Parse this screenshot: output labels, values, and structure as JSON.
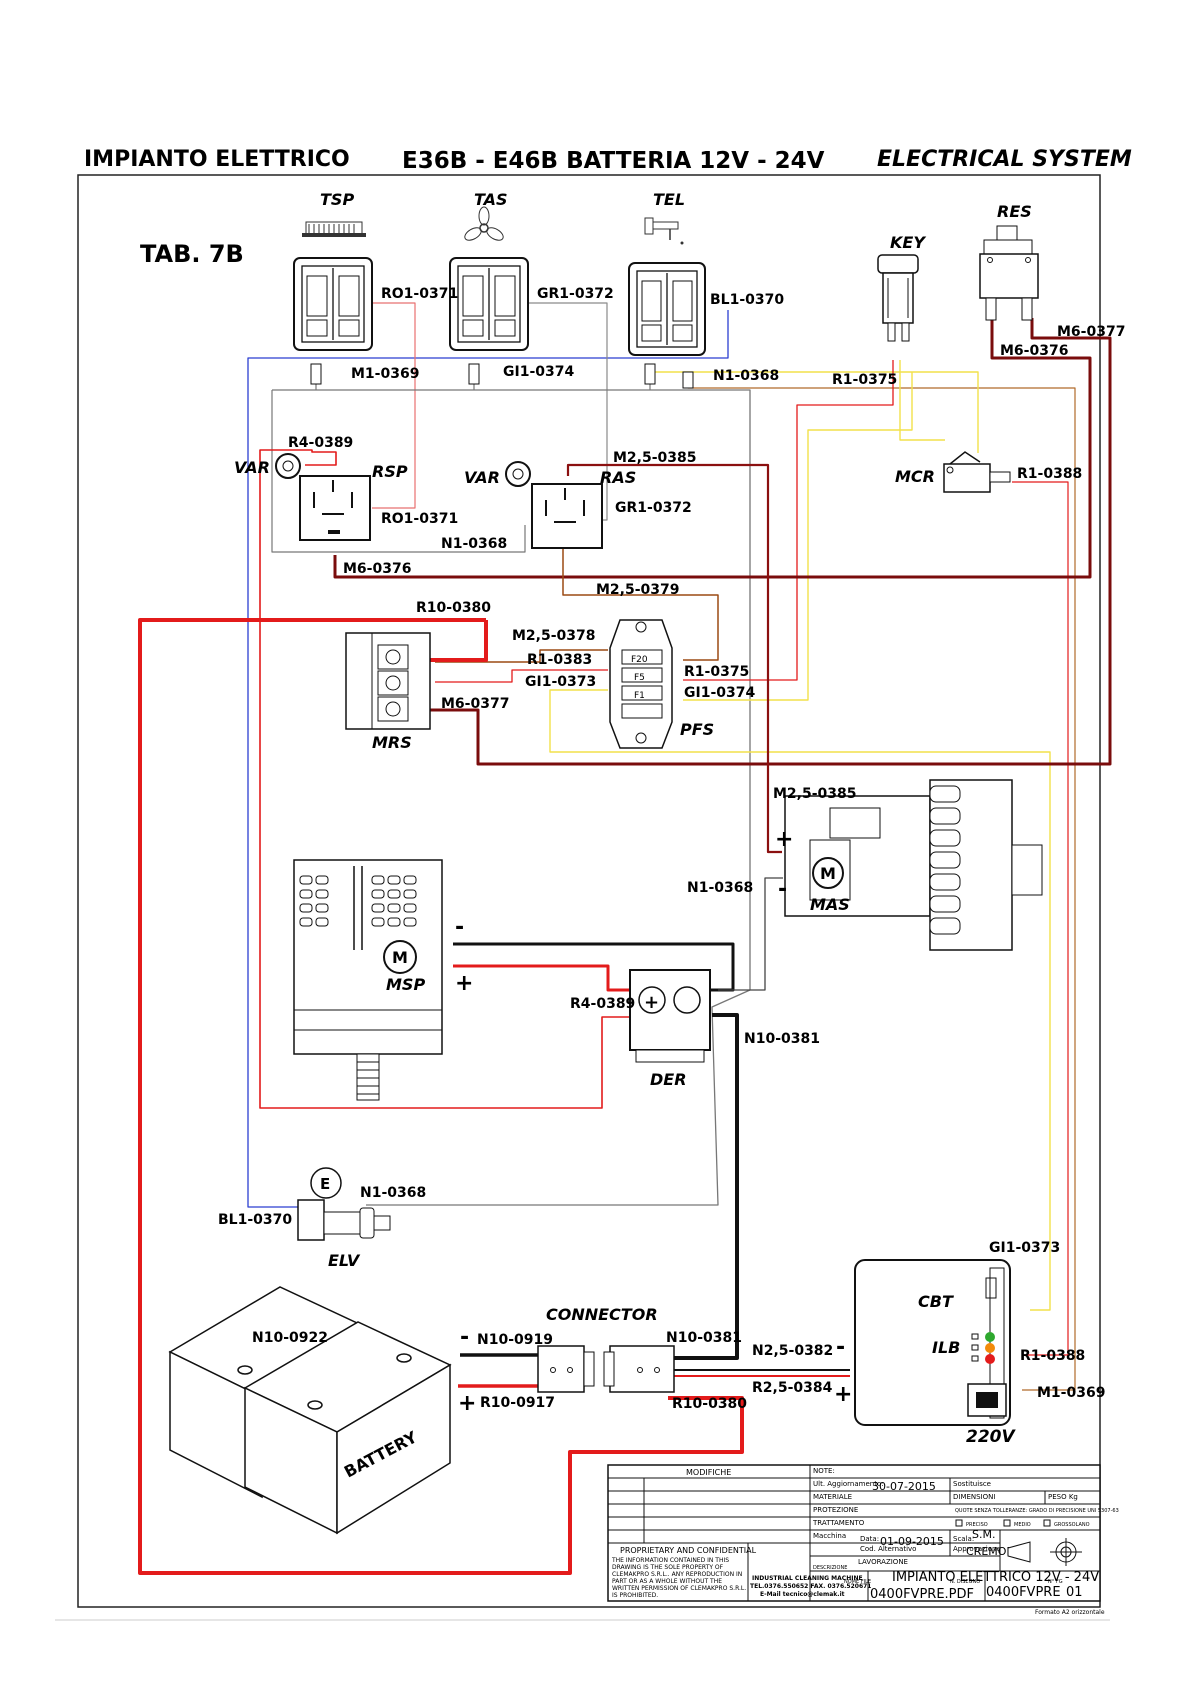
{
  "header": {
    "left": "IMPIANTO ELETTRICO",
    "center": "E36B - E46B BATTERIA 12V - 24V",
    "right": "ELECTRICAL SYSTEM"
  },
  "table_id": "TAB. 7B",
  "components": {
    "TSP": "TSP",
    "TAS": "TAS",
    "TEL": "TEL",
    "KEY": "KEY",
    "RES": "RES",
    "RSP": "RSP",
    "RAS": "RAS",
    "VAR1": "VAR",
    "VAR2": "VAR",
    "MCR": "MCR",
    "MRS": "MRS",
    "PFS": "PFS",
    "MAS": "MAS",
    "MSP": "MSP",
    "DER": "DER",
    "ELV": "ELV",
    "CBT": "CBT",
    "ILB": "ILB",
    "CONNECTOR": "CONNECTOR",
    "BATTERY": "BATTERY",
    "V220": "220V"
  },
  "symbols": {
    "M1": "M",
    "M2": "M",
    "E": "E",
    "plus": "+",
    "minus": "-"
  },
  "wires": {
    "RO1_0371_a": "RO1-0371",
    "GR1_0372_a": "GR1-0372",
    "BL1_0370_a": "BL1-0370",
    "M6_0377_a": "M6-0377",
    "M6_0376_a": "M6-0376",
    "M1_0369_a": "M1-0369",
    "GI1_0374_a": "GI1-0374",
    "N1_0368_a": "N1-0368",
    "R1_0375_a": "R1-0375",
    "R4_0389_a": "R4-0389",
    "M2_5_0385_a": "M2,5-0385",
    "R1_0388_a": "R1-0388",
    "RO1_0371_b": "RO1-0371",
    "GR1_0372_b": "GR1-0372",
    "N1_0368_b": "N1-0368",
    "M6_0376_b": "M6-0376",
    "M2_5_0379": "M2,5-0379",
    "R10_0380_a": "R10-0380",
    "M2_5_0378": "M2,5-0378",
    "R1_0383": "R1-0383",
    "GI1_0373_a": "GI1-0373",
    "R1_0375_b": "R1-0375",
    "GI1_0374_b": "GI1-0374",
    "M6_0377_b": "M6-0377",
    "M2_5_0385_b": "M2,5-0385",
    "N1_0368_c": "N1-0368",
    "R4_0389_b": "R4-0389",
    "N10_0381_a": "N10-0381",
    "N1_0368_d": "N1-0368",
    "BL1_0370_b": "BL1-0370",
    "GI1_0373_b": "GI1-0373",
    "N10_0922": "N10-0922",
    "N10_0919": "N10-0919",
    "N10_0381_b": "N10-0381",
    "N2_5_0382": "N2,5-0382",
    "R2_5_0384": "R2,5-0384",
    "R1_0388_b": "R1-0388",
    "M1_0369_b": "M1-0369",
    "R10_0917": "R10-0917",
    "R10_0380_b": "R10-0380"
  },
  "title_block": {
    "modifiche": "MODIFICHE",
    "note": "NOTE:",
    "ult_aggiornamento_label": "Ult. Aggiornamento:",
    "ult_aggiornamento": "30-07-2015",
    "sostituisce": "Sostituisce",
    "materiale": "MATERIALE",
    "dimensioni": "DIMENSIONI",
    "peso": "PESO Kg",
    "protezione": "PROTEZIONE",
    "quote": "QUOTE SENZA TOLLERANZE: GRADO DI PRECISIONE UNI 5307-63",
    "trattamento": "TRATTAMENTO",
    "preciso": "PRECISO",
    "medio": "MEDIO",
    "grossolano": "GROSSOLANO",
    "macchina": "Macchina",
    "sm": "S.M.",
    "data_label": "Data:",
    "data": "01-09-2015",
    "scala": "Scala:",
    "cod_alternativo": "Cod. Alternativo",
    "approvazione": "Approvazione",
    "lavorazione": "LAVORAZIONE",
    "disegnatore": "CREMONINI",
    "descrizione_label": "DESCRIZIONE",
    "descrizione": "IMPIANTO ELETTRICO 12V - 24V",
    "nome_file_label": "NOME FILE",
    "nome_file": "0400FVPRE.PDF",
    "n_disegno_label": "N. DISEGNO",
    "n_disegno": "0400FVPRE",
    "n_fg_label": "N° FG",
    "n_fg": "01",
    "prop_title": "PROPRIETARY AND CONFIDENTIAL",
    "prop_l1": "THE INFORMATION CONTAINED IN THIS",
    "prop_l2": "DRAWING IS THE SOLE PROPERTY OF",
    "prop_l3": "CLEMAKPRO S.R.L.. ANY REPRODUCTION IN",
    "prop_l4": "PART OR AS A WHOLE WITHOUT THE",
    "prop_l5": "WRITTEN PERMISSION OF CLEMAKPRO S.R.L.",
    "prop_l6": "IS PROHIBITED.",
    "company": "INDUSTRIAL CLEANING MACHINE",
    "company_tel": "TEL.0376.550652 FAX. 0376.520671",
    "company_mail": "E-Mail tecnico@clemak.it",
    "formato": "Formato A2 orizzontale"
  },
  "colors": {
    "red": "#e31b1b",
    "dark_red": "#7a0c0c",
    "brown": "#9b4a14",
    "yellow": "#f2e14a",
    "blue": "#2b3fd1",
    "grey": "#8a8a8a",
    "black": "#111111",
    "pink": "#e87070"
  }
}
